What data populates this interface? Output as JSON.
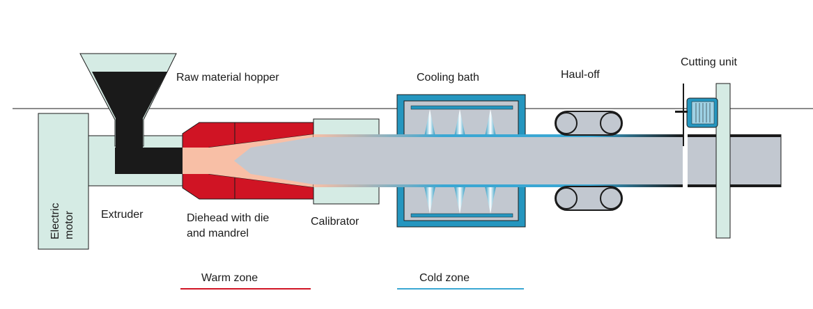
{
  "labels": {
    "hopper": "Raw material hopper",
    "cooling_bath": "Cooling bath",
    "haul_off": "Haul-off",
    "cutting_unit": "Cutting unit",
    "motor_line1": "Electric",
    "motor_line2": "motor",
    "extruder": "Extruder",
    "diehead_line1": "Diehead with die",
    "diehead_line2": "and mandrel",
    "calibrator": "Calibrator"
  },
  "legend": {
    "warm_zone": "Warm zone",
    "cold_zone": "Cold zone"
  },
  "colors": {
    "motor_fill": "#d5ebe4",
    "pipe_fill": "#c2c8d0",
    "melt_black": "#1a1a1a",
    "melt_pink": "#f8bfa6",
    "die_red": "#d01424",
    "bath_blue": "#2596bf",
    "bath_inner": "#c2c8d0",
    "cold_line": "#3aa7d3",
    "warm_line": "#d01424"
  }
}
